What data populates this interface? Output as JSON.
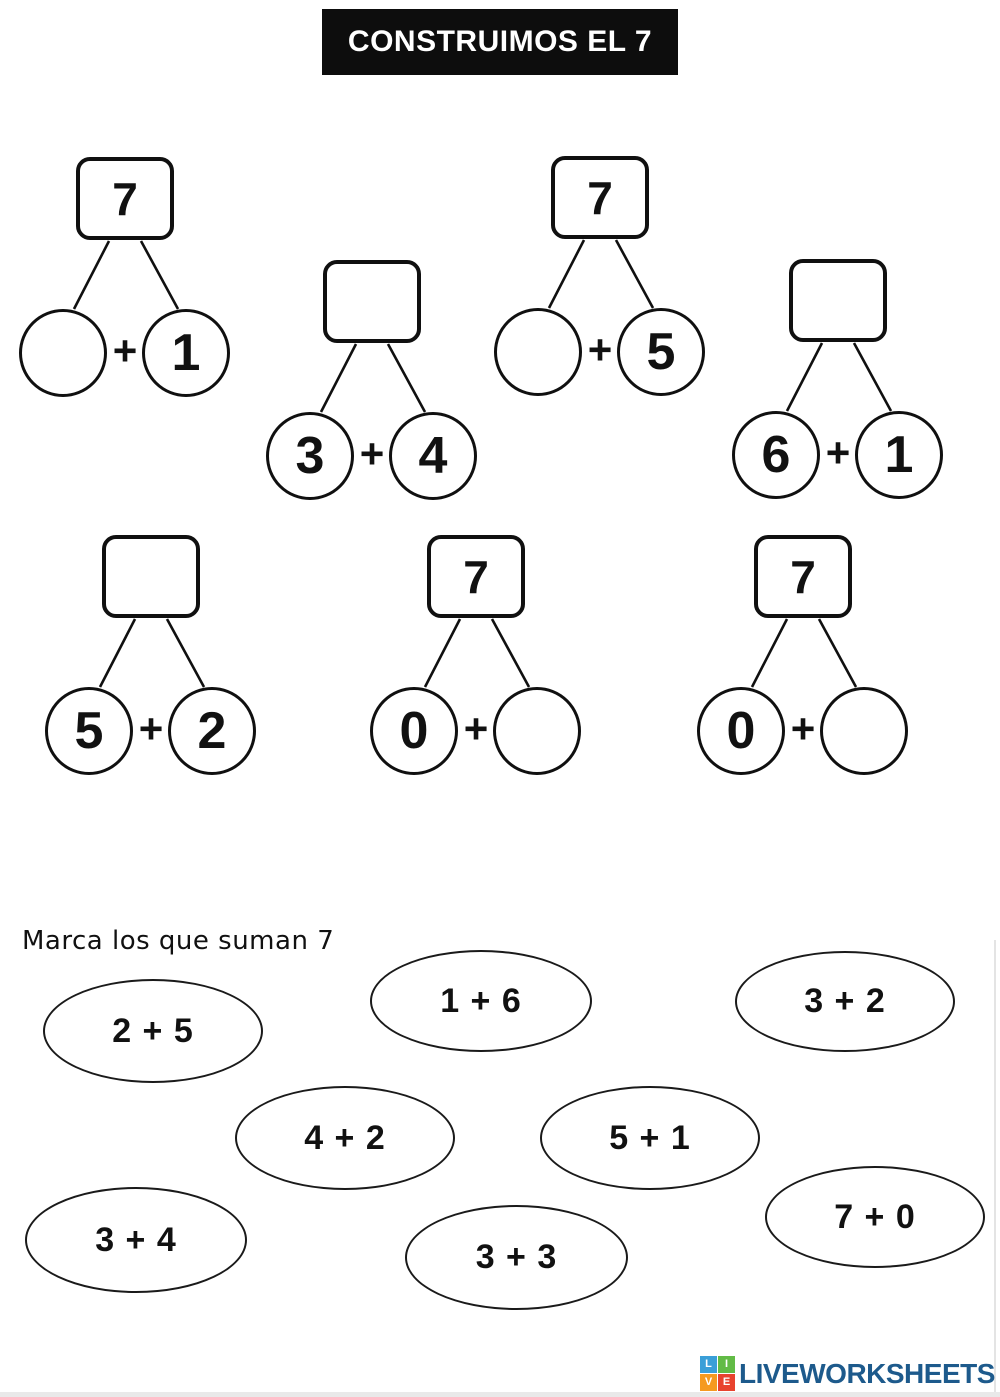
{
  "title": {
    "text": "CONSTRUIMOS EL 7",
    "bg": "#0d0d0d",
    "color": "#ffffff"
  },
  "instruction": "Marca los que suman 7",
  "plus": "+",
  "bonds": [
    {
      "total": "7",
      "left_part": "",
      "right_part": "1"
    },
    {
      "total": "",
      "left_part": "3",
      "right_part": "4"
    },
    {
      "total": "7",
      "left_part": "",
      "right_part": "5"
    },
    {
      "total": "",
      "left_part": "6",
      "right_part": "1"
    },
    {
      "total": "",
      "left_part": "5",
      "right_part": "2"
    },
    {
      "total": "7",
      "left_part": "0",
      "right_part": ""
    },
    {
      "total": "7",
      "left_part": "0",
      "right_part": ""
    }
  ],
  "sum_options": [
    "2 + 5",
    "1 + 6",
    "3 + 2",
    "4 + 2",
    "5 + 1",
    "3 + 4",
    "3 + 3",
    "7 + 0"
  ],
  "logo": {
    "text": "LIVEWORKSHEETS",
    "color": "#1d5a8c",
    "tiles": [
      {
        "letter": "L",
        "bg": "#3a9fd8"
      },
      {
        "letter": "I",
        "bg": "#62bb46"
      },
      {
        "letter": "V",
        "bg": "#f59a20"
      },
      {
        "letter": "E",
        "bg": "#e8432e"
      }
    ]
  }
}
